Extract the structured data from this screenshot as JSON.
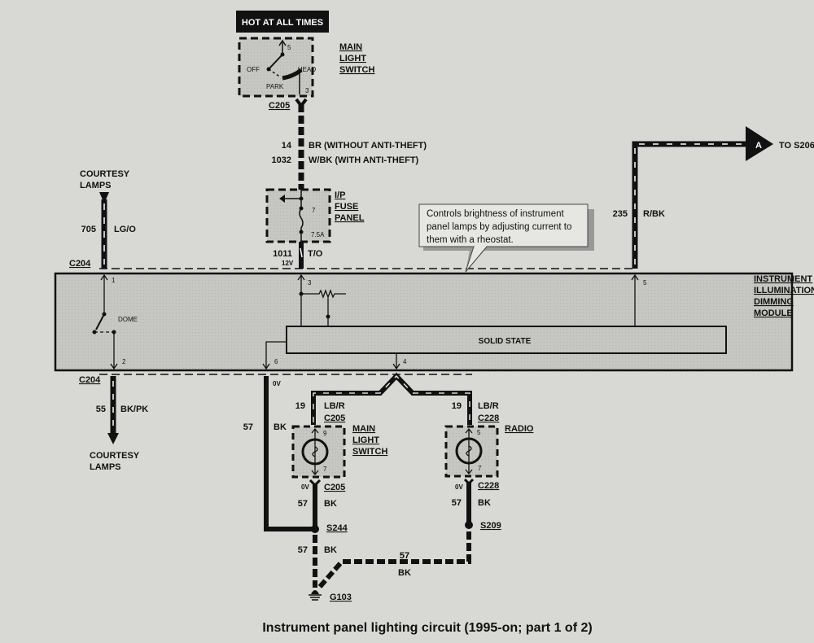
{
  "header": {
    "hot_label": "HOT AT ALL TIMES"
  },
  "main_light_switch": {
    "name": [
      "MAIN",
      "LIGHT",
      "SWITCH"
    ],
    "positions": {
      "off": "OFF",
      "park": "PARK",
      "head": "HEAD"
    },
    "pins": {
      "in": "5",
      "out": "3"
    },
    "connector": "C205"
  },
  "feed_wire": {
    "circuit_a": "14",
    "color_a": "BR (WITHOUT ANTI-THEFT)",
    "circuit_b": "1032",
    "color_b": "W/BK (WITH ANTI-THEFT)"
  },
  "fuse_panel": {
    "name": [
      "I/P",
      "FUSE",
      "PANEL"
    ],
    "fuse_number": "7",
    "rating": "7.5A",
    "out_circuit": "1011",
    "out_color": "T/O",
    "voltage": "12V"
  },
  "callout": {
    "lines": [
      "Controls brightness of instrument",
      "panel lamps by adjusting current to",
      "them with a rheostat."
    ]
  },
  "output_wire": {
    "circuit": "235",
    "color": "R/BK",
    "connector_letter": "A",
    "destination": "TO S206",
    "pin": "5"
  },
  "courtesy_top": {
    "name": [
      "COURTESY",
      "LAMPS"
    ],
    "circuit": "705",
    "color": "LG/O",
    "connector": "C204",
    "pin": "1"
  },
  "module": {
    "name": [
      "INSTRUMENT",
      "ILLUMINATION",
      "DIMMING",
      "MODULE"
    ],
    "dome_label": "DOME",
    "solid_state": "SOLID STATE",
    "pins": {
      "p2": "2",
      "p3": "3",
      "p4": "4",
      "p6": "6"
    }
  },
  "courtesy_bottom": {
    "connector": "C204",
    "circuit": "55",
    "color": "BK/PK",
    "name": [
      "COURTESY",
      "LAMPS"
    ]
  },
  "ground_wire_left": {
    "voltage": "0V",
    "circuit": "57",
    "color": "BK"
  },
  "lamp_left": {
    "circuit": "19",
    "color": "LB/R",
    "connector_top": "C205",
    "pin_top": "9",
    "pin_bottom": "7",
    "name": [
      "MAIN",
      "LIGHT",
      "SWITCH"
    ],
    "voltage": "0V",
    "connector_bottom": "C205",
    "out_circuit": "57",
    "out_color": "BK",
    "splice": "S244",
    "ground_circuit": "57",
    "ground_color": "BK",
    "ground": "G103"
  },
  "lamp_right": {
    "circuit": "19",
    "color": "LB/R",
    "connector_top": "C228",
    "pin_top": "5",
    "pin_bottom": "7",
    "name": "RADIO",
    "voltage": "0V",
    "connector_bottom": "C228",
    "out_circuit": "57",
    "out_color": "BK",
    "splice": "S209",
    "ground_circuit": "57",
    "ground_color": "BK"
  },
  "caption": "Instrument panel lighting circuit (1995-on; part 1 of 2)"
}
